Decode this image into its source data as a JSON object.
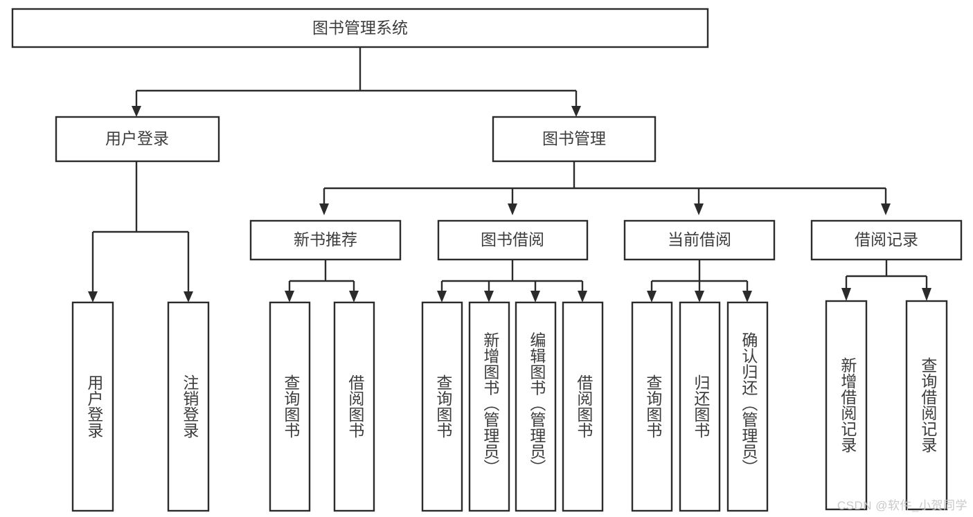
{
  "diagram": {
    "type": "tree",
    "title": "图书管理系统",
    "watermark": "CSDN @软件_小贺同学",
    "colors": {
      "background": "#ffffff",
      "stroke": "#2b2b2b",
      "text": "#3c3c3c",
      "watermark": "#c9c9c9"
    },
    "nodes": {
      "root": {
        "label": "图书管理系统"
      },
      "level2": [
        {
          "id": "user-login",
          "label": "用户登录"
        },
        {
          "id": "book-management",
          "label": "图书管理"
        }
      ],
      "level3": [
        {
          "id": "new-book-recommend",
          "label": "新书推荐"
        },
        {
          "id": "book-borrow",
          "label": "图书借阅"
        },
        {
          "id": "current-borrow",
          "label": "当前借阅"
        },
        {
          "id": "borrow-record",
          "label": "借阅记录"
        }
      ],
      "leaves": {
        "user-login": [
          {
            "id": "leaf-user-login",
            "label": "用户登录"
          },
          {
            "id": "leaf-logout-login",
            "label": "注销登录"
          }
        ],
        "new-book-recommend": [
          {
            "id": "leaf-query-book-1",
            "label": "查询图书"
          },
          {
            "id": "leaf-borrow-book-1",
            "label": "借阅图书"
          }
        ],
        "book-borrow": [
          {
            "id": "leaf-query-book-2",
            "label": "查询图书"
          },
          {
            "id": "leaf-add-book",
            "label": "新增图书（管理员）"
          },
          {
            "id": "leaf-edit-book",
            "label": "编辑图书（管理员）"
          },
          {
            "id": "leaf-borrow-book-2",
            "label": "借阅图书"
          }
        ],
        "current-borrow": [
          {
            "id": "leaf-query-book-3",
            "label": "查询图书"
          },
          {
            "id": "leaf-return-book",
            "label": "归还图书"
          },
          {
            "id": "leaf-confirm-return",
            "label": "确认归还（管理员）"
          }
        ],
        "borrow-record": [
          {
            "id": "leaf-add-record",
            "label": "新增借阅记录"
          },
          {
            "id": "leaf-query-record",
            "label": "查询借阅记录"
          }
        ]
      }
    }
  }
}
